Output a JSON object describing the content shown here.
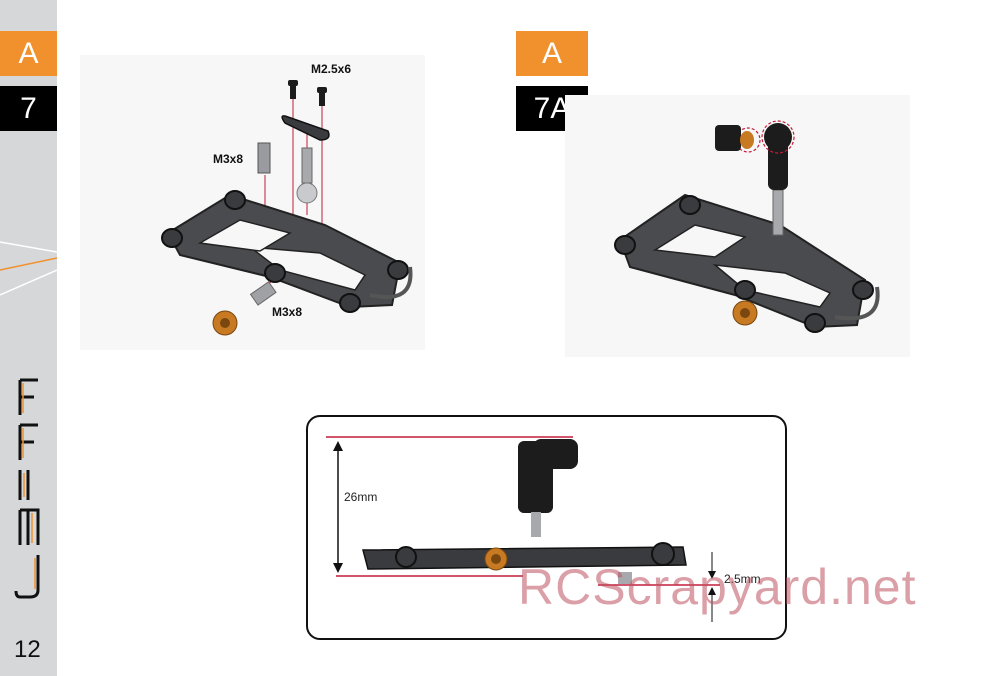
{
  "page": {
    "number": "12"
  },
  "brand": {
    "logo_text": "SWIFT",
    "accent": "#f0912e"
  },
  "steps": [
    {
      "section": "A",
      "step": "7"
    },
    {
      "section": "A",
      "step": "7A"
    }
  ],
  "callouts": {
    "screw_top": "M2.5x6",
    "pin_left": "M3x8",
    "pin_bottom": "M3x8"
  },
  "detail": {
    "height_dim": "26mm",
    "offset_dim": "2.5mm"
  },
  "watermark": "RCScrapyard.net"
}
